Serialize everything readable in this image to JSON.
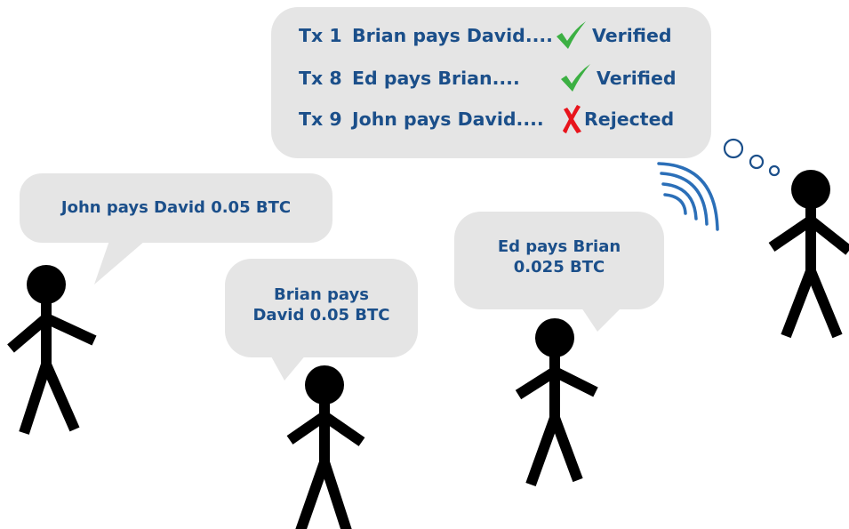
{
  "ledger": {
    "rows": [
      {
        "tx": "Tx 1",
        "description": "Brian pays David....",
        "mark": "check-icon",
        "status": "Verified"
      },
      {
        "tx": "Tx 8",
        "description": "Ed pays Brian....",
        "mark": "check-icon",
        "status": "Verified"
      },
      {
        "tx": "Tx 9",
        "description": "John pays David....",
        "mark": "cross-icon",
        "status": "Rejected"
      }
    ]
  },
  "bubbles": {
    "john": "John pays David 0.05 BTC",
    "brian_line1": "Brian pays",
    "brian_line2": "David 0.05 BTC",
    "ed_line1": "Ed pays Brian",
    "ed_line2": "0.025 BTC"
  },
  "colors": {
    "bubble": "#e5e5e5",
    "text": "#1b4f8a",
    "check": "#3cb043",
    "cross": "#e8141c",
    "signal": "#2b6fb8"
  }
}
